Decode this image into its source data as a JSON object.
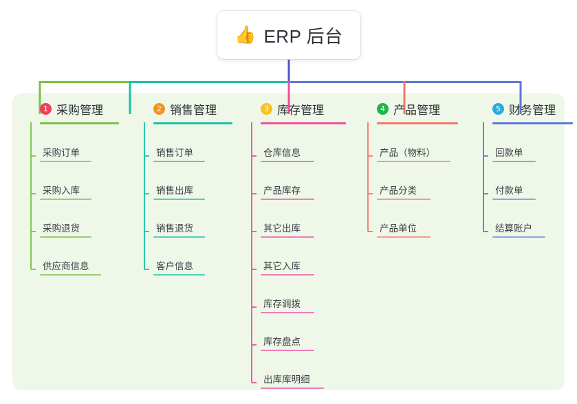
{
  "root": {
    "emoji": "👍",
    "emoji_name": "thumbs-up-emoji",
    "title": "ERP 后台"
  },
  "palette": {
    "panel_background": "#eef7e8",
    "page_background": "#ffffff",
    "trunk": "#4a56c4",
    "title_text": "#2e3138"
  },
  "columns": [
    {
      "index": "1",
      "key": "purchase",
      "title": "采购管理",
      "badge_color": "#f0415a",
      "line_color": "#7ac143",
      "items": [
        "采购订单",
        "采购入库",
        "采购退货",
        "供应商信息"
      ]
    },
    {
      "index": "2",
      "key": "sales",
      "title": "销售管理",
      "badge_color": "#f7921e",
      "line_color": "#17c2a5",
      "items": [
        "销售订单",
        "销售出库",
        "销售退货",
        "客户信息"
      ]
    },
    {
      "index": "3",
      "key": "inventory",
      "title": "库存管理",
      "badge_color": "#fcc21b",
      "line_color": "#ef4e9b",
      "items": [
        "仓库信息",
        "产品库存",
        "其它出库",
        "其它入库",
        "库存调拨",
        "库存盘点",
        "出库库明细"
      ]
    },
    {
      "index": "4",
      "key": "product",
      "title": "产品管理",
      "badge_color": "#22b24c",
      "line_color": "#f4756b",
      "items": [
        "产品（物料）",
        "产品分类",
        "产品单位"
      ]
    },
    {
      "index": "5",
      "key": "finance",
      "title": "财务管理",
      "badge_color": "#29abe2",
      "line_color": "#5a78d8",
      "items": [
        "回款单",
        "付款单",
        "结算账户"
      ]
    }
  ]
}
